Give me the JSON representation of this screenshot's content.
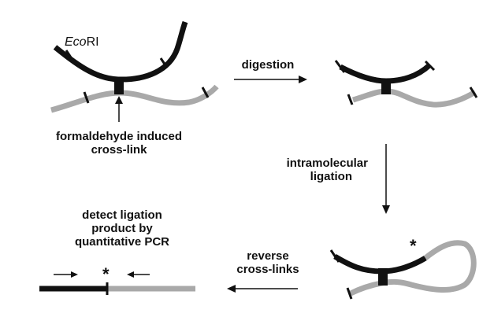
{
  "enzyme": {
    "italic": "Eco",
    "plain": "RI"
  },
  "labels": {
    "crosslink_line1": "formaldehyde induced",
    "crosslink_line2": "cross-link",
    "digestion": "digestion",
    "intramolecular_line1": "intramolecular",
    "intramolecular_line2": "ligation",
    "reverse_line1": "reverse",
    "reverse_line2": "cross-links",
    "detect_line1": "detect ligation",
    "detect_line2": "product by",
    "detect_line3": "quantitative PCR"
  },
  "ligation_mark": "*",
  "colors": {
    "strand_black": "#111111",
    "strand_gray": "#a9a9a9",
    "background": "#ffffff"
  }
}
